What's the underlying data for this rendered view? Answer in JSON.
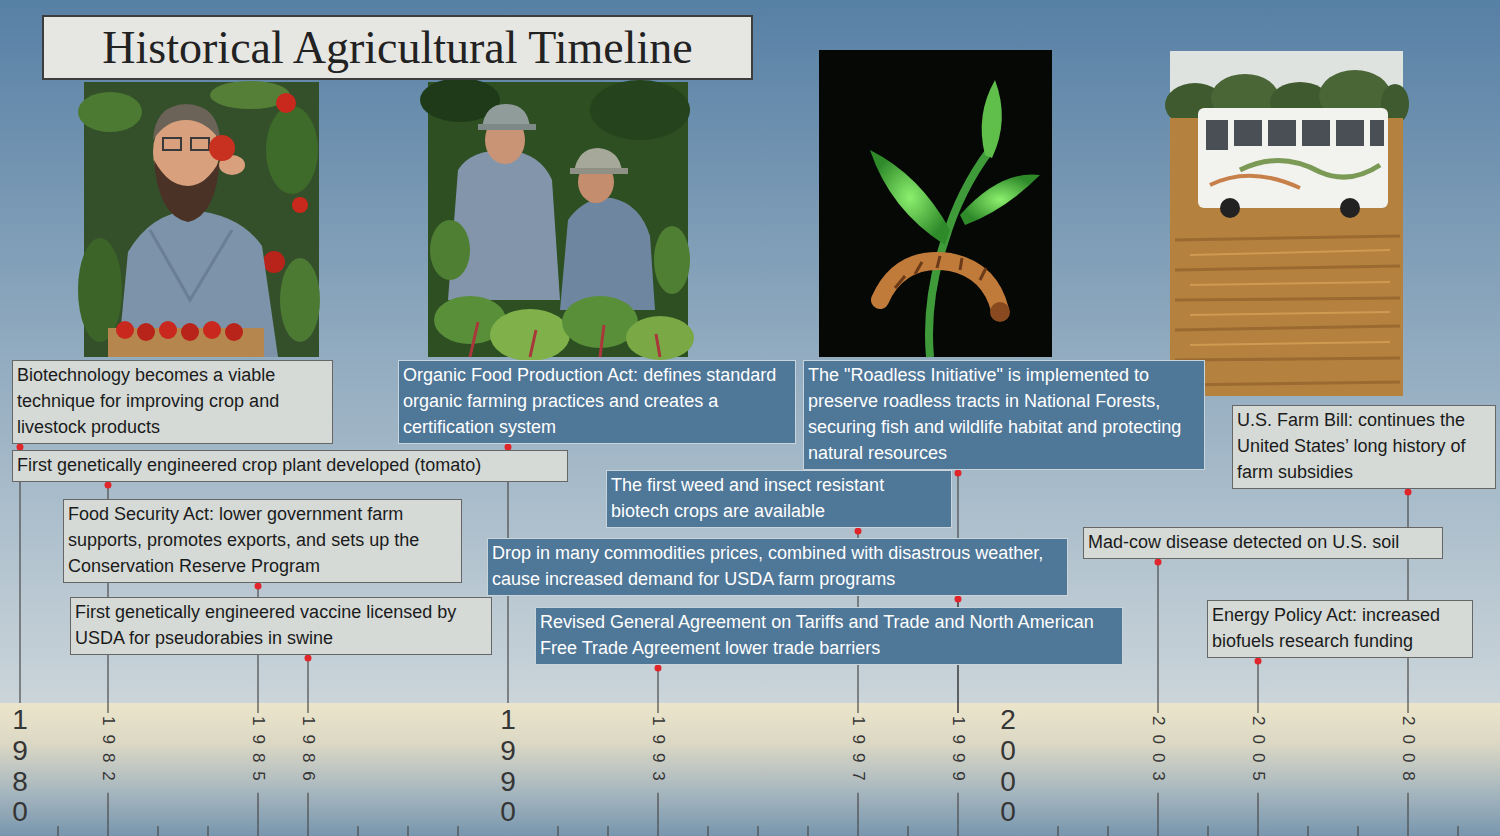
{
  "diagram": {
    "title": "Historical Agricultural Timeline",
    "nodes": [
      {
        "text": [
          "Biotechnology becomes a viable technique for improving crop and livestock products"
        ]
      },
      {
        "text": [
          "Organic Food Production Act: defines standard organic farming practices and creates a certification system"
        ]
      },
      {
        "text": [
          "The \"Roadless Initiative\" is implemented to preserve roadless tracts in National Forests, securing fish and wildlife habitat and protecting natural resources"
        ]
      },
      {
        "text": [
          "U.S. Farm Bill: continues the United States’ long history of farm subsidies"
        ]
      },
      {
        "text": [
          "First genetically engineered crop plant developed (tomato)"
        ]
      },
      {
        "text": [
          "The first weed and insect resistant biotech crops are available"
        ]
      },
      {
        "text": [
          "Food Security Act: lower government farm supports, promotes exports, and sets up the Conservation Reserve Program"
        ]
      },
      {
        "text": [
          "Drop in many commodities prices, combined with disastrous weather, cause increased demand for USDA farm programs"
        ]
      },
      {
        "text": [
          "Mad-cow disease detected on U.S. soil"
        ]
      },
      {
        "text": [
          "First genetically engineered vaccine licensed by USDA for pseudorabies in swine"
        ]
      },
      {
        "text": [
          "Revised General Agreement on Tariffs and Trade and North American Free Trade Agreement lower trade barriers"
        ]
      },
      {
        "text": [
          "Energy Policy Act: increased biofuels research funding"
        ]
      }
    ],
    "labels": [
      "1980",
      "1982",
      "1985",
      "1986",
      "1990",
      "1993",
      "1997",
      "1999",
      "2000",
      "2003",
      "2005",
      "2008"
    ]
  }
}
